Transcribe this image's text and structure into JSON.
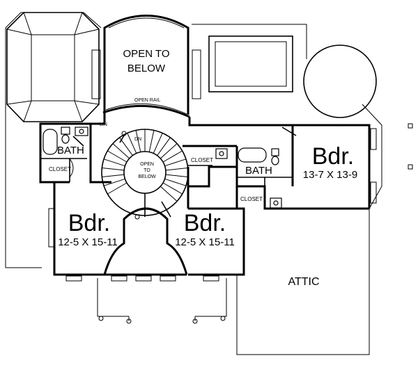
{
  "plan": {
    "open_to_below_line1": "OPEN TO",
    "open_to_below_line2": "BELOW",
    "open_rail": "OPEN RAIL",
    "lin": "LIN",
    "dn": "DN",
    "stair_open_line1": "OPEN",
    "stair_open_line2": "TO",
    "stair_open_line3": "BELOW",
    "bath_left": "BATH",
    "closet_left": "CLOSET",
    "closet_mid": "CLOSET",
    "bath_right": "BATH",
    "closet_right": "CLOSET",
    "bedroom_left_name": "Bdr.",
    "bedroom_left_dim": "12-5 X 15-11",
    "bedroom_center_name": "Bdr.",
    "bedroom_center_dim": "12-5 X 15-11",
    "bedroom_right_name": "Bdr.",
    "bedroom_right_dim": "13-7 X 13-9",
    "attic": "ATTIC"
  }
}
